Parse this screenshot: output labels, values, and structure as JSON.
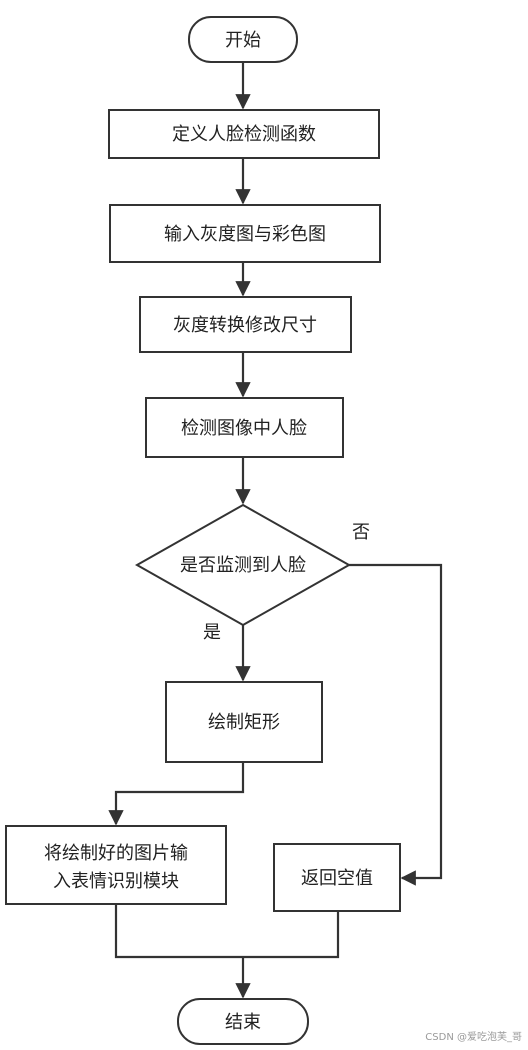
{
  "diagram": {
    "nodes": {
      "start": "开始",
      "define": "定义人脸检测函数",
      "input": "输入灰度图与彩色图",
      "convert": "灰度转换修改尺寸",
      "detect": "检测图像中人脸",
      "decision": "是否监测到人脸",
      "draw": "绘制矩形",
      "send_line1": "将绘制好的图片输",
      "send_line2": "入表情识别模块",
      "return": "返回空值",
      "end": "结束"
    },
    "edges": {
      "no": "否",
      "yes": "是"
    }
  },
  "watermark": "CSDN @爱吃泡芙_哥",
  "colors": {
    "stroke": "#333333",
    "text": "#222222",
    "fill": "#ffffff"
  }
}
